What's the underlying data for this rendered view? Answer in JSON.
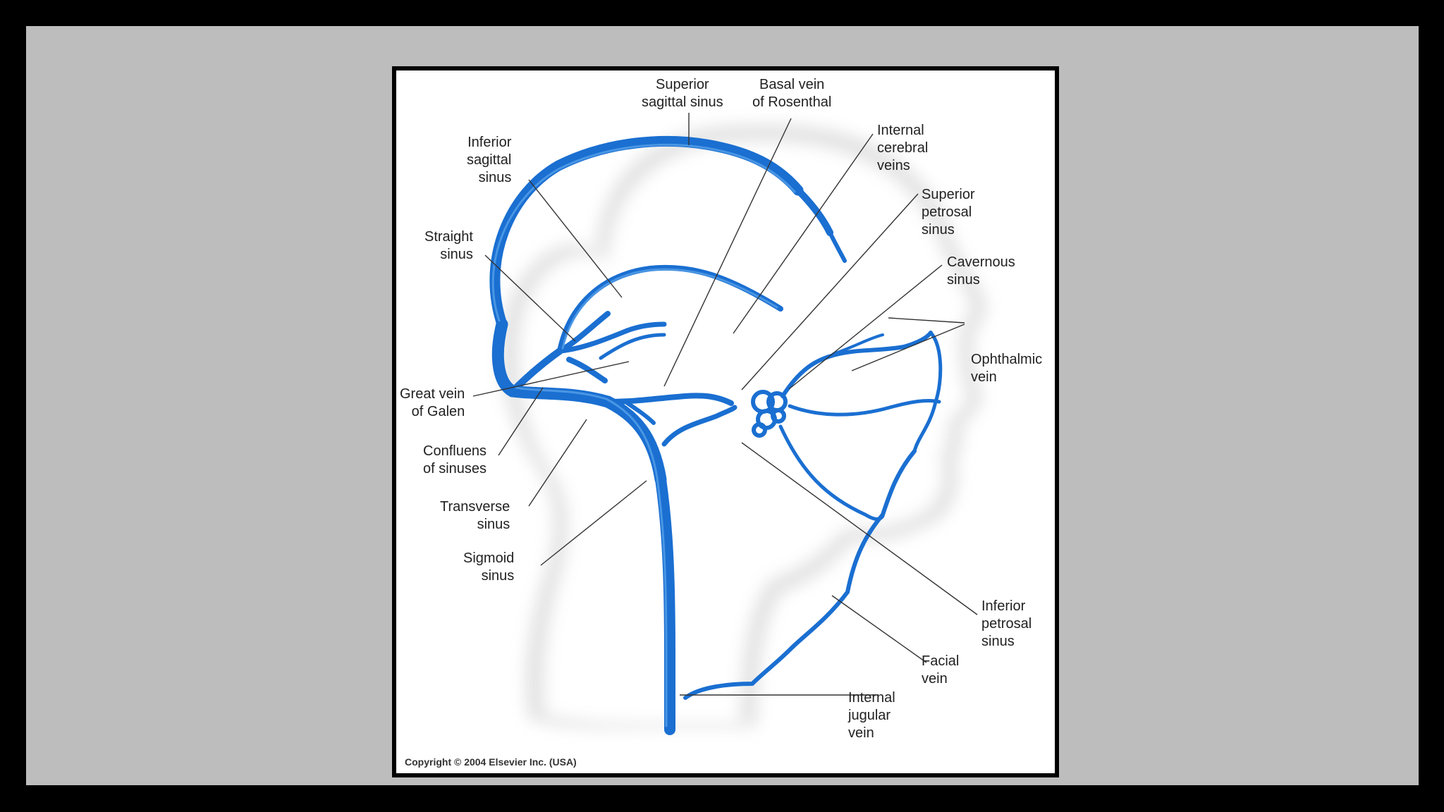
{
  "colors": {
    "vein": "#1a6fd1",
    "vein_highlight": "#5aa3ea",
    "silhouette_shadow": "#d6d6d6",
    "leader_line": "#333333",
    "slide_background": "#bdbdbd",
    "frame": "#000000"
  },
  "labels": {
    "superior_sagittal_sinus": "Superior\nsagittal sinus",
    "basal_vein_of_rosenthal": "Basal vein\nof Rosenthal",
    "internal_cerebral_veins": "Internal\ncerebral\nveins",
    "inferior_sagittal_sinus": "Inferior\nsagittal\nsinus",
    "superior_petrosal_sinus": "Superior\npetrosal\nsinus",
    "straight_sinus": "Straight\nsinus",
    "cavernous_sinus": "Cavernous\nsinus",
    "ophthalmic_vein": "Ophthalmic\nvein",
    "great_vein_of_galen": "Great vein\nof Galen",
    "confluens_of_sinuses": "Confluens\nof sinuses",
    "transverse_sinus": "Transverse\nsinus",
    "sigmoid_sinus": "Sigmoid\nsinus",
    "inferior_petrosal_sinus": "Inferior\npetrosal\nsinus",
    "facial_vein": "Facial\nvein",
    "internal_jugular_vein": "Internal\njugular\nvein"
  },
  "copyright": "Copyright © 2004 Elsevier Inc. (USA)"
}
